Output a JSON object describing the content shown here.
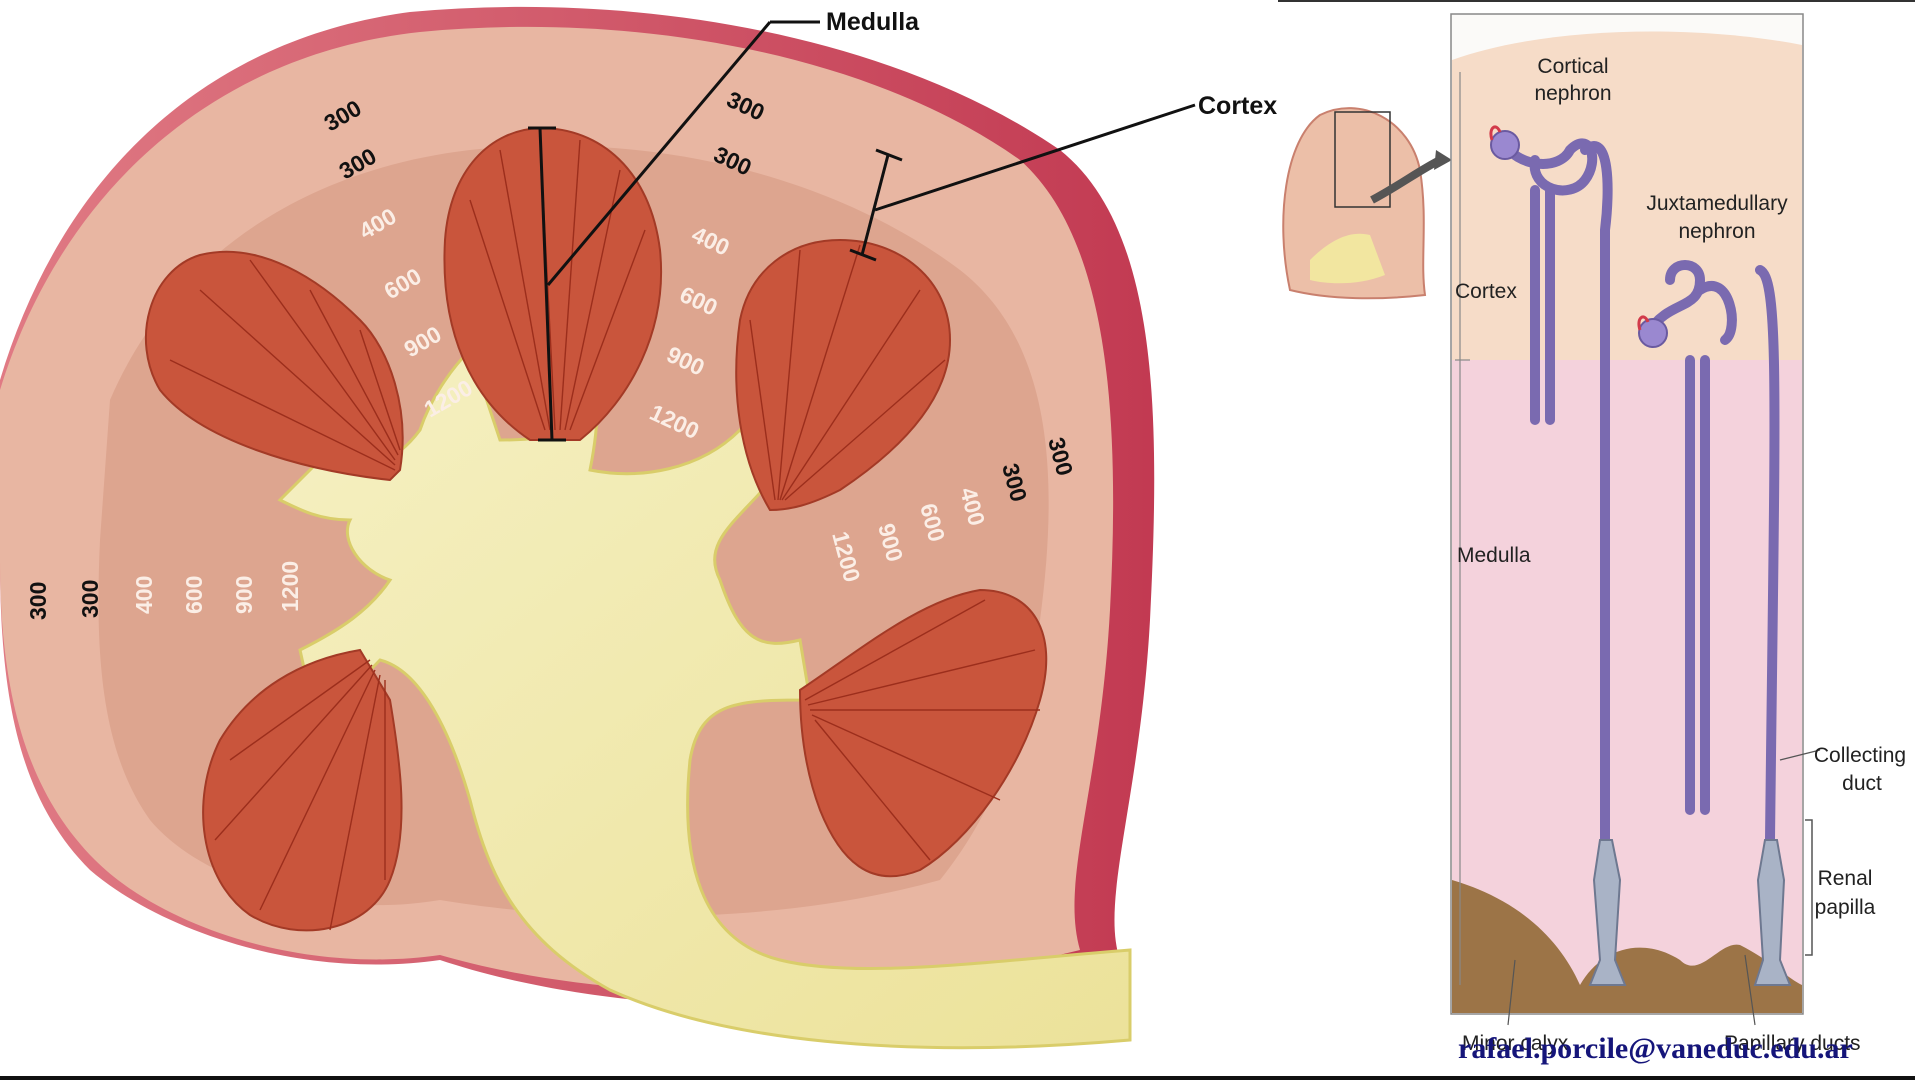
{
  "kidney": {
    "callouts": {
      "medulla": "Medulla",
      "cortex": "Cortex"
    },
    "osm_values": {
      "outer_300": "300",
      "inner_300": "300",
      "v400": "400",
      "v600": "600",
      "v900": "900",
      "v1200": "1200"
    }
  },
  "nephron_panel": {
    "cortical_nephron": [
      "Cortical",
      "nephron"
    ],
    "juxtamedullary_nephron": [
      "Juxtamedullary",
      "nephron"
    ],
    "cortex": "Cortex",
    "medulla": "Medulla",
    "collecting_duct": [
      "Collecting",
      "duct"
    ],
    "renal_papilla": [
      "Renal",
      "papilla"
    ],
    "minor_calyx": "Minor calyx",
    "papillary_ducts": "Papillary ducts"
  },
  "footer": {
    "email": "rafael.porcile@vaneduc.edu.ar"
  },
  "colors": {
    "capsule": "#c94b5e",
    "cortex": "#e8b6a2",
    "medulla_zone": "#d9a28c",
    "pyramid": "#c9533a",
    "pelvis": "#f3ecb0",
    "panel_cortex": "#f6dcc8",
    "panel_medulla": "#f4d2dc",
    "tubule": "#8f7fc0",
    "calyx": "#9c7447"
  }
}
